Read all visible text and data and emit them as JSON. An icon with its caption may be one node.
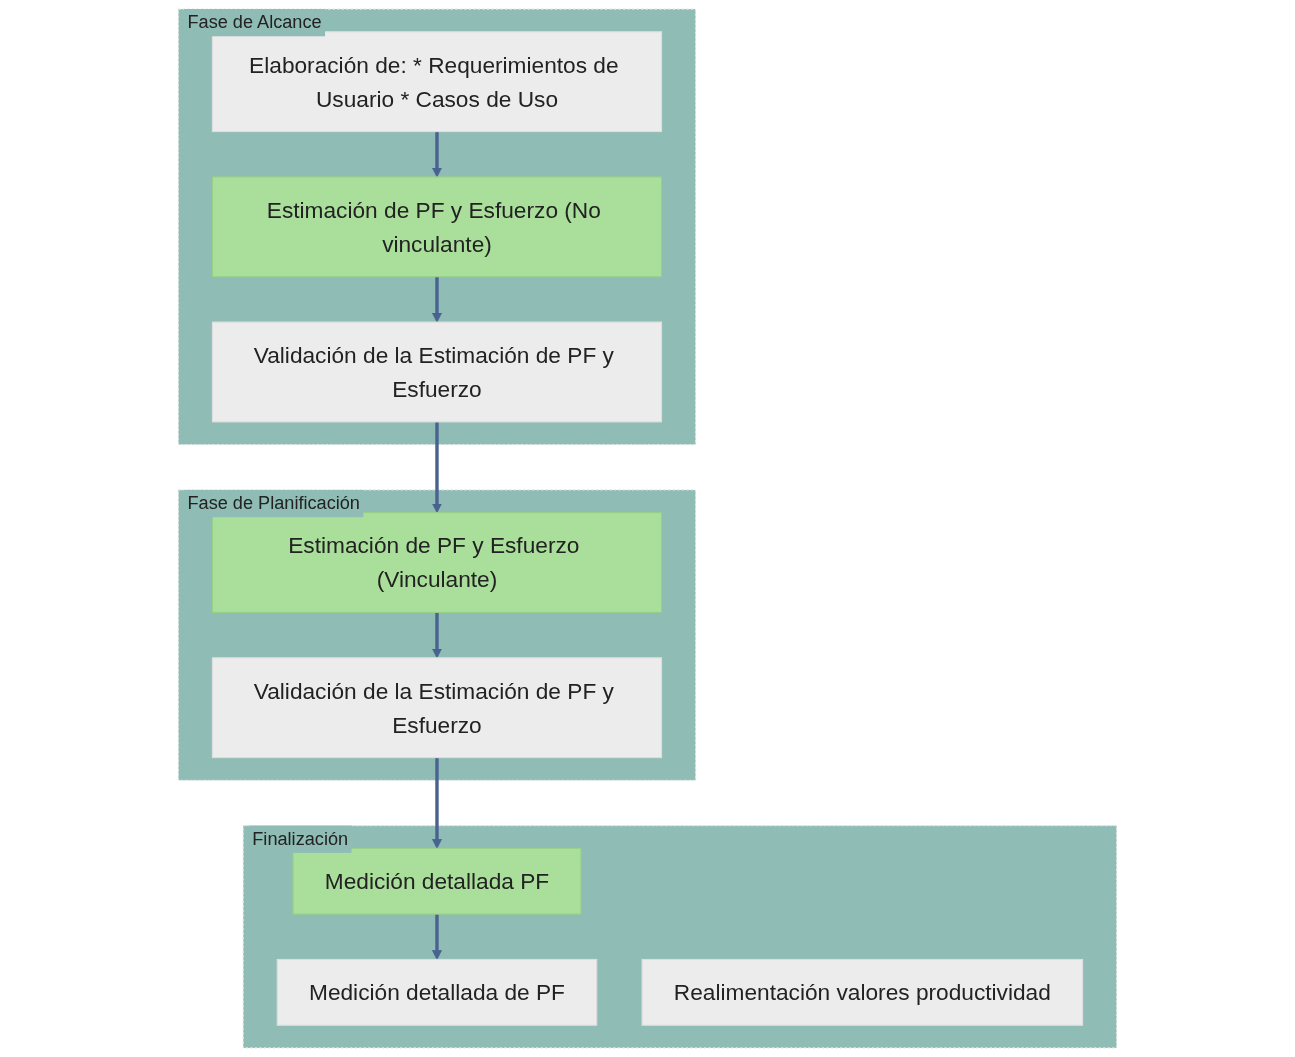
{
  "diagram": {
    "nodes": [
      {
        "text": [
          "Fase de Alcance"
        ]
      },
      {
        "text": [
          "Elaboración de: * Requerimientos de Usuario * Casos de Uso"
        ],
        "in": 0
      },
      {
        "text": [
          "Estimación de PF y Esfuerzo (No vinculante)"
        ],
        "in": 0
      },
      {
        "text": [
          "Validación de la Estimación de PF y Esfuerzo"
        ],
        "in": 0
      },
      {
        "text": [
          "Fase de Planificación"
        ]
      },
      {
        "text": [
          "Estimación de PF y Esfuerzo (Vinculante)"
        ],
        "in": 4
      },
      {
        "text": [
          "Validación de la Estimación de PF y Esfuerzo"
        ],
        "in": 4
      },
      {
        "text": [
          "Finalización"
        ]
      },
      {
        "text": [
          "Medición detallada de PF"
        ],
        "in": 7
      },
      {
        "text": [
          "Medición detallada PF"
        ],
        "in": 7
      },
      {
        "text": [
          "Realimentación valores productividad"
        ],
        "in": 7
      }
    ],
    "edges": [
      {
        "from": 1,
        "to": 2,
        "arrow": "to"
      },
      {
        "from": 2,
        "to": 3,
        "arrow": "to"
      },
      {
        "from": 3,
        "to": 5,
        "arrow": "to"
      },
      {
        "from": 5,
        "to": 6,
        "arrow": "to"
      },
      {
        "from": 6,
        "to": 9,
        "arrow": "to"
      },
      {
        "from": 9,
        "to": 8,
        "arrow": "to"
      }
    ]
  }
}
